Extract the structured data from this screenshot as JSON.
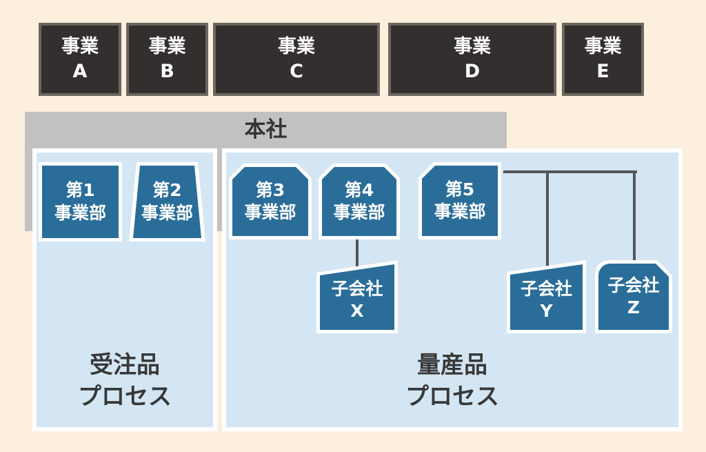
{
  "palette": {
    "background": "#fcefde",
    "dark_box_fill": "#332f2e",
    "dark_box_border": "#6b665e",
    "headquarters_gray": "#c1c1c1",
    "panel_blue": "#d4e6f3",
    "box_blue": "#2a6d99",
    "connector_gray": "#555555",
    "text_dark": "#333333",
    "text_white": "#ffffff"
  },
  "top_row": {
    "items": [
      {
        "line1": "事業",
        "line2": "A"
      },
      {
        "line1": "事業",
        "line2": "B"
      },
      {
        "line1": "事業",
        "line2": "C"
      },
      {
        "line1": "事業",
        "line2": "D"
      },
      {
        "line1": "事業",
        "line2": "E"
      }
    ]
  },
  "headquarters": {
    "label": "本社"
  },
  "left_panel": {
    "divisions": [
      {
        "line1": "第1",
        "line2": "事業部"
      },
      {
        "line1": "第2",
        "line2": "事業部"
      }
    ],
    "process": {
      "line1": "受注品",
      "line2": "プロセス"
    }
  },
  "right_panel": {
    "divisions": [
      {
        "line1": "第3",
        "line2": "事業部"
      },
      {
        "line1": "第4",
        "line2": "事業部"
      },
      {
        "line1": "第5",
        "line2": "事業部"
      }
    ],
    "subsidiaries": [
      {
        "line1": "子会社",
        "line2": "X"
      },
      {
        "line1": "子会社",
        "line2": "Y"
      },
      {
        "line1": "子会社",
        "line2": "Z"
      }
    ],
    "process": {
      "line1": "量産品",
      "line2": "プロセス"
    }
  }
}
